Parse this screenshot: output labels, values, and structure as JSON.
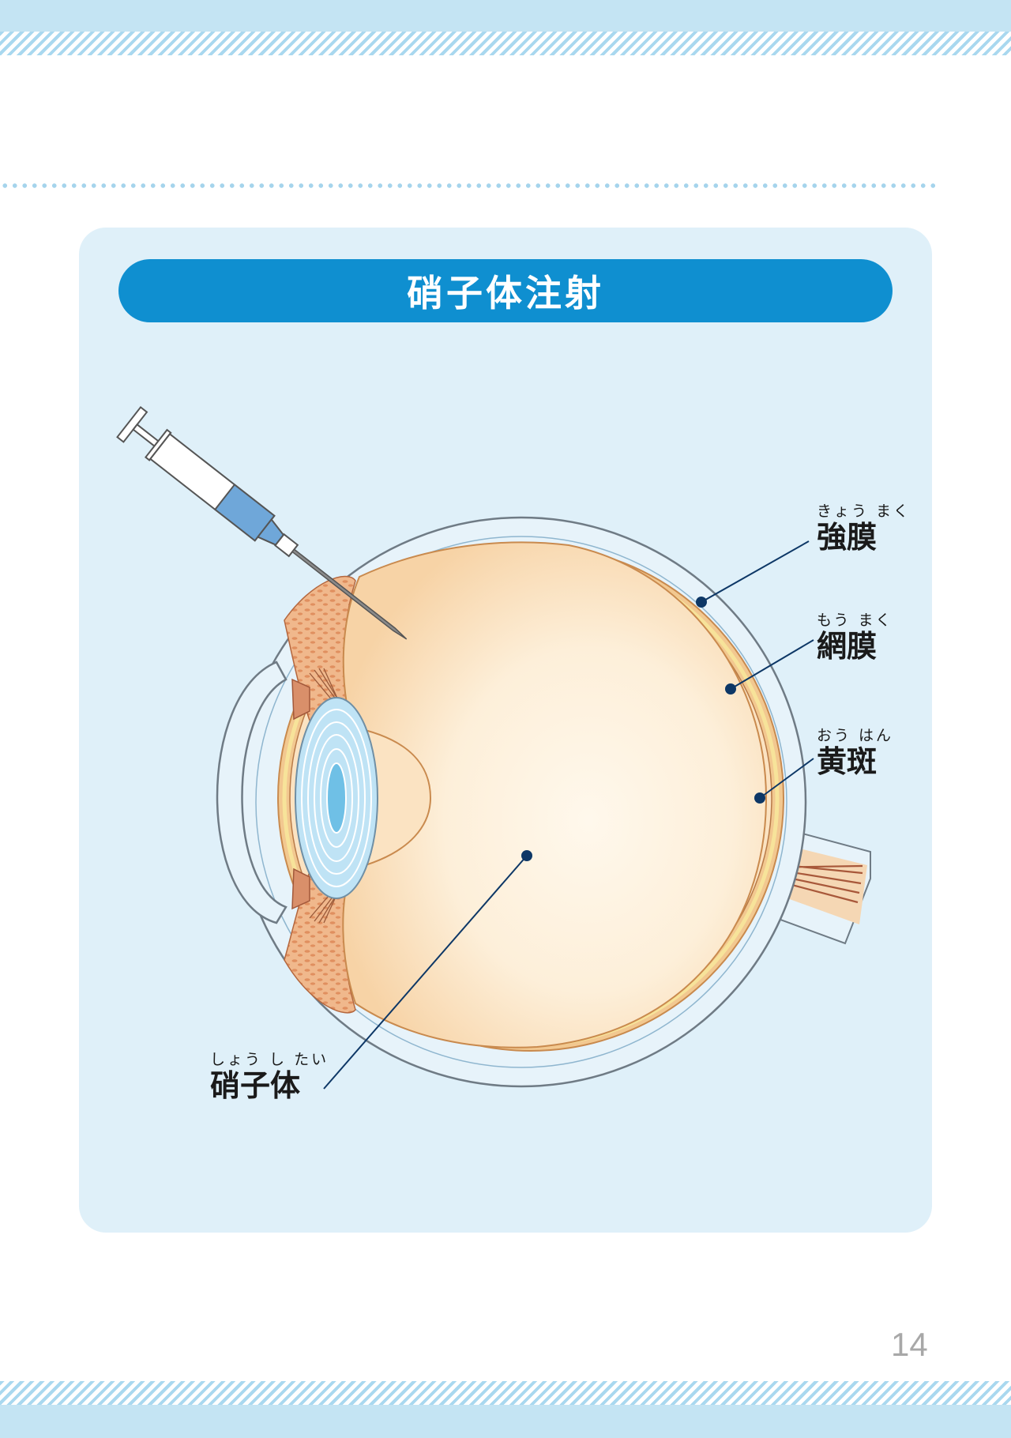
{
  "title": "硝子体注射",
  "page_number": "14",
  "labels": {
    "sclera": {
      "ruby": "きょう まく",
      "text": "強膜"
    },
    "retina": {
      "ruby": "もう まく",
      "text": "網膜"
    },
    "macula": {
      "ruby": "おう はん",
      "text": "黄斑"
    },
    "vitreous": {
      "ruby": "しょう し たい",
      "text": "硝子体"
    }
  },
  "colors": {
    "title_bar": "#0f8fd0",
    "panel_background": "#dff0f9",
    "stripe": "#a9d8ef",
    "leader_line": "#0d3766",
    "vitreous_fill": "#fbe3c2",
    "choroid": "#e9a372",
    "syringe_fluid": "#6fa7d9"
  },
  "icons": [
    "syringe-icon",
    "eyeball-cross-section-icon"
  ]
}
